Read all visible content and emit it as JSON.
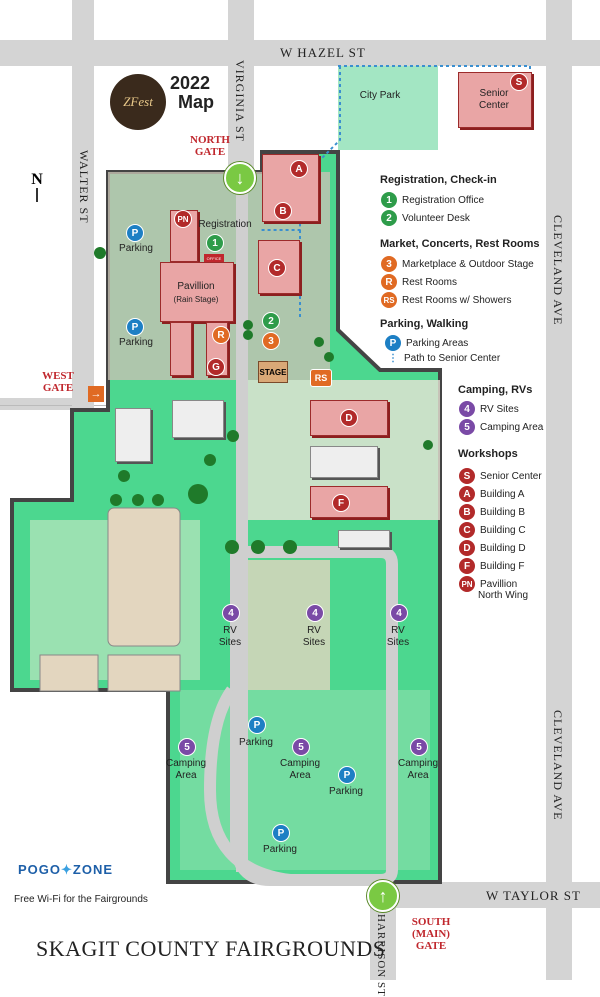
{
  "header": {
    "logo_text": "ZFest",
    "year_title": "2022",
    "map_title": "Map"
  },
  "streets": {
    "w_hazel": "W HAZEL ST",
    "virginia": "VIRGINIA ST",
    "walter": "WALTER ST",
    "cleveland_top": "CLEVELAND AVE",
    "cleveland_bottom": "CLEVELAND AVE",
    "w_taylor": "W TAYLOR ST",
    "harrison": "HARRISON ST"
  },
  "gates": {
    "north": "NORTH GATE",
    "west": "WEST GATE",
    "south": "SOUTH (MAIN) GATE"
  },
  "places": {
    "city_park": "City Park",
    "senior_center": "Senior Center",
    "registration": "Registration",
    "pavillion": "Pavillion",
    "rain_stage": "(Rain Stage)",
    "stage": "STAGE",
    "office": "OFFICE"
  },
  "compass": "N",
  "map_labels": {
    "parking": "Parking",
    "rv_sites": "RV Sites",
    "camping_area": "Camping Area"
  },
  "legend": {
    "registration_heading": "Registration, Check-in",
    "registration_items": [
      {
        "badge": "1",
        "label": "Registration Office"
      },
      {
        "badge": "2",
        "label": "Volunteer Desk"
      }
    ],
    "market_heading": "Market, Concerts, Rest Rooms",
    "market_items": [
      {
        "badge": "3",
        "label": "Marketplace & Outdoor Stage"
      },
      {
        "badge": "R",
        "label": "Rest Rooms"
      },
      {
        "badge": "RS",
        "label": "Rest Rooms w/ Showers"
      }
    ],
    "parking_heading": "Parking, Walking",
    "parking_items": [
      {
        "badge": "P",
        "label": "Parking Areas"
      },
      {
        "badge": "",
        "label": "Path to Senior Center"
      }
    ],
    "camping_heading": "Camping, RVs",
    "camping_items": [
      {
        "badge": "4",
        "label": "RV Sites"
      },
      {
        "badge": "5",
        "label": "Camping Area"
      }
    ],
    "workshops_heading": "Workshops",
    "workshops_items": [
      {
        "badge": "S",
        "label": "Senior Center"
      },
      {
        "badge": "A",
        "label": "Building A"
      },
      {
        "badge": "B",
        "label": "Building B"
      },
      {
        "badge": "C",
        "label": "Building C"
      },
      {
        "badge": "D",
        "label": "Building D"
      },
      {
        "badge": "F",
        "label": "Building F"
      },
      {
        "badge": "PN",
        "label": "Pavillion"
      },
      {
        "badge": "",
        "label": "North Wing"
      }
    ]
  },
  "badges": {
    "one": "1",
    "two": "2",
    "three": "3",
    "four": "4",
    "five": "5",
    "r": "R",
    "rs": "RS",
    "p": "P",
    "a": "A",
    "b": "B",
    "c": "C",
    "d": "D",
    "f": "F",
    "g": "G",
    "s": "S",
    "pn": "PN"
  },
  "footer": {
    "brand_left": "POGO",
    "brand_right": "ZONE",
    "wifi": "Free Wi-Fi for the Fairgrounds",
    "title": "SKAGIT COUNTY FAIRGROUNDS"
  },
  "colors": {
    "green_area": "#4cd78f",
    "dark_green": "#2e9c4a",
    "street": "#d4d4d4",
    "building": "#e9a5a5",
    "building_border": "#9c2b2b",
    "path": "#3a8fd0",
    "gate_red": "#c0272d"
  }
}
